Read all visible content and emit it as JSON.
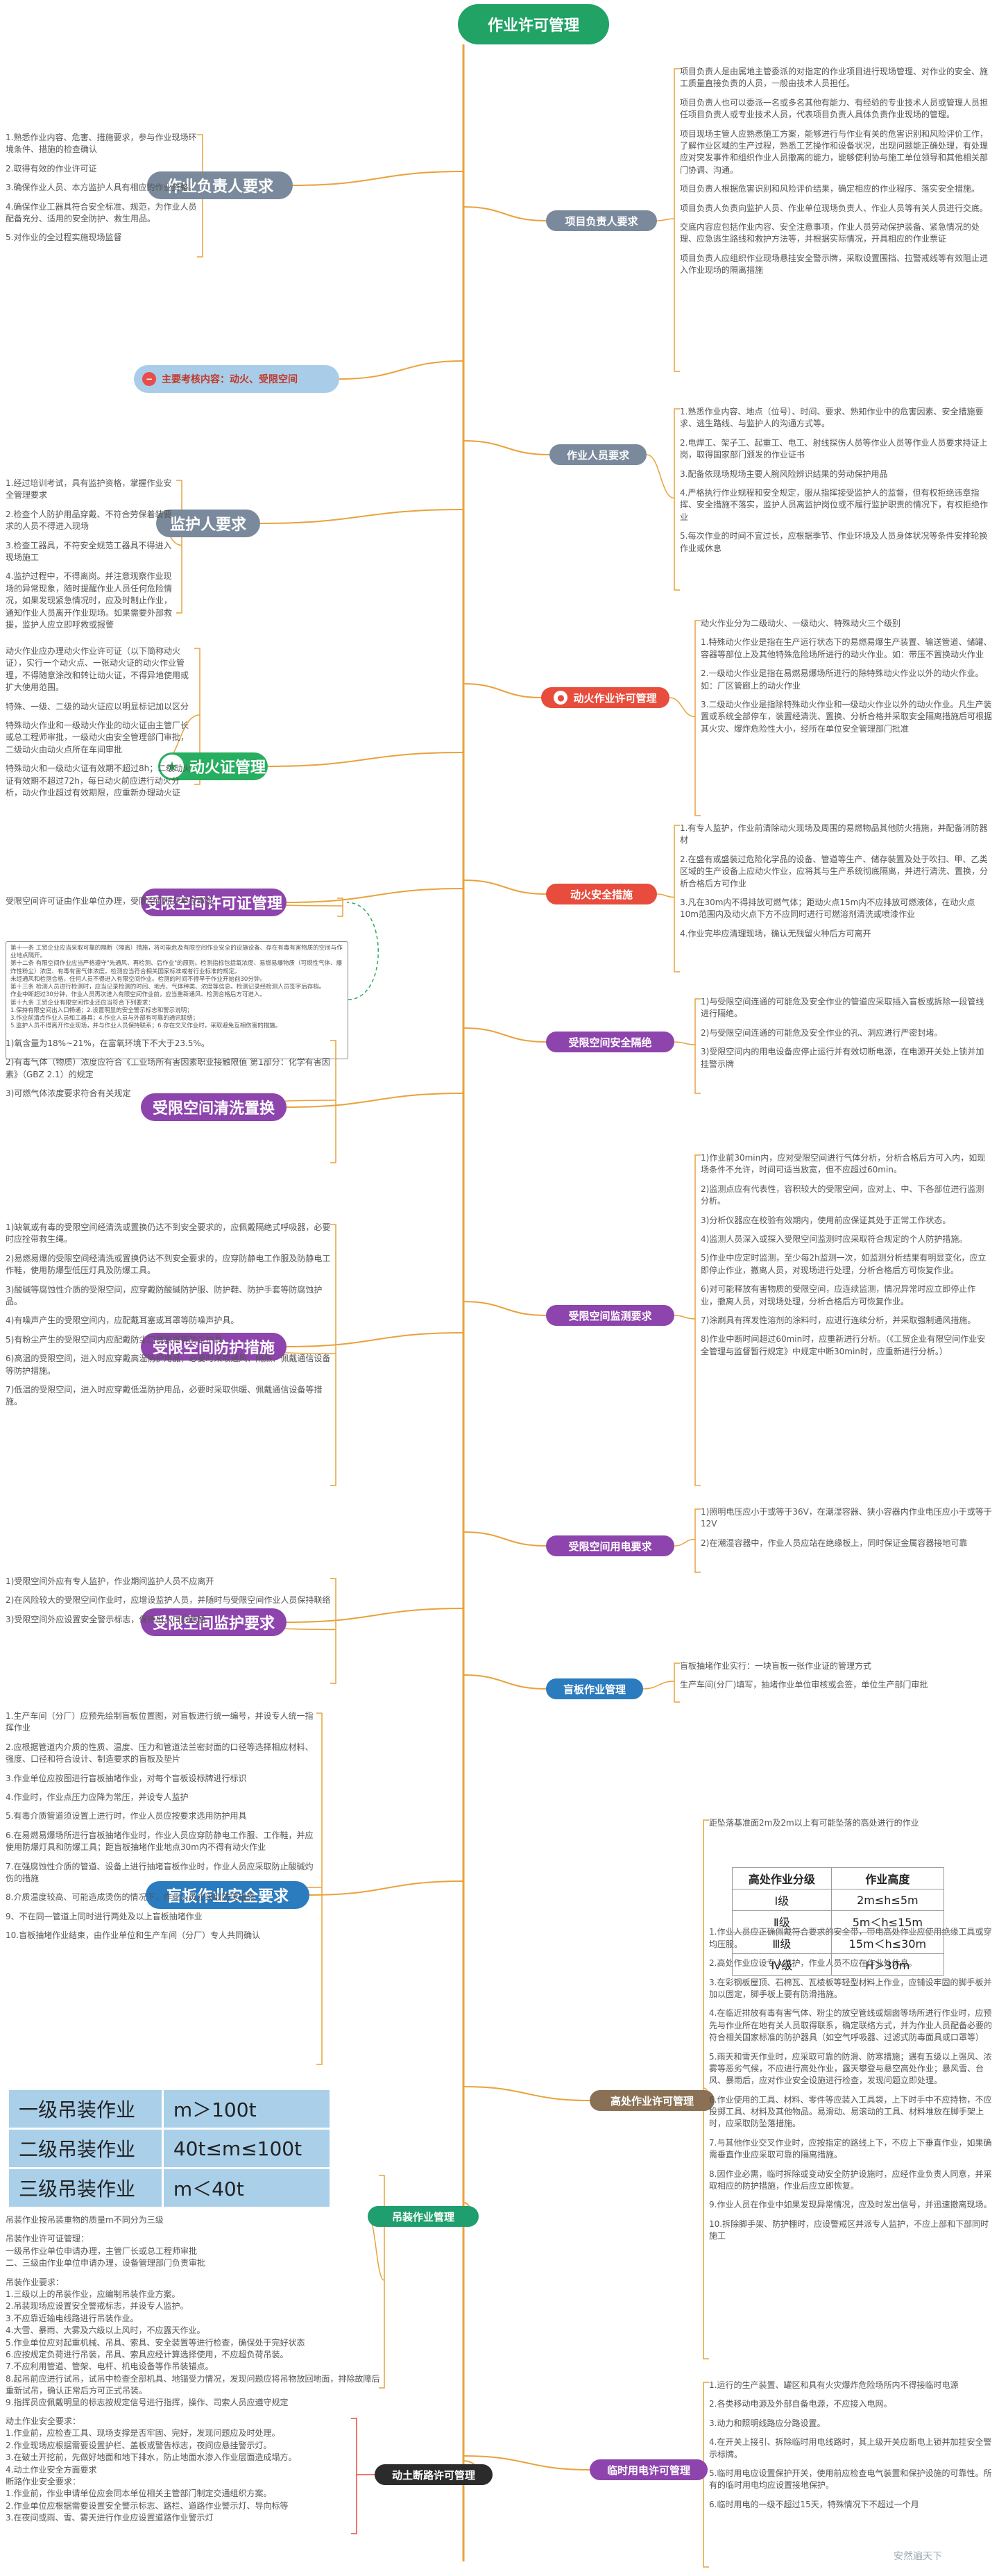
{
  "root": "作业许可管理",
  "highlight": {
    "label": "主要考核内容：动火、受限空间"
  },
  "left_branches": [
    {
      "id": "zyfz",
      "label": "作业负责人要求",
      "color": "#7a8a9c",
      "items": [
        "1.熟悉作业内容、危害、措施要求，参与作业现场环境条件、措施的检查确认",
        "2.取得有效的作业许可证",
        "3.确保作业人员、本方监护人具有相应的作业资格。",
        "4.确保作业工器具符合安全标准、规范，为作业人员配备充分、适用的安全防护、救生用品。",
        "5.对作业的全过程实施现场监督"
      ]
    },
    {
      "id": "jhr",
      "label": "监护人要求",
      "color": "#7a8a9c",
      "items": [
        "1.经过培训考试，具有监护资格，掌握作业安全管理要求",
        "2.检查个人防护用品穿戴、不符合劳保着装要求的人员不得进入现场",
        "3.检查工器具，不符安全规范工器具不得进入现场施工",
        "4.监护过程中，不得离岗。并注意观察作业现场的异常现象，随时提醒作业人员任何危险情况，如果发现紧急情况时，应及时制止作业，通知作业人员离开作业现场。如果需要外部救援，监护人应立即呼救或报警"
      ]
    },
    {
      "id": "dhz",
      "label": "动火证管理",
      "color": "#27ae60",
      "items": [
        "动火作业应办理动火作业许可证（以下简称动火证），实行一个动火点、一张动火证的动火作业管理，不得随意涂改和转让动火证，不得异地使用或扩大使用范围。",
        "特殊、一级、二级的动火证应以明显标记加以区分",
        "特殊动火作业和一级动火作业的动火证由主管厂长或总工程师审批，一级动火由安全管理部门审批，二级动火由动火点所在车间审批",
        "特殊动火和一级动火证有效期不超过8h；二级动火证有效期不超过72h，每日动火前应进行动火分析，动火作业超过有效期限，应重新办理动火证"
      ]
    },
    {
      "id": "sxkjz",
      "label": "受限空间许可证管理",
      "color": "#8e44ad",
      "items": [
        "受限空间许可证由作业单位办理，受限空间所在单位审批"
      ]
    },
    {
      "id": "sxqx",
      "label": "受限空间清洗置换",
      "color": "#8e44ad",
      "items": [
        "1)氧含量为18%~21%，在富氧环境下不大于23.5%。",
        "2)有毒气体（物质）浓度应符合《工业场所有害因素职业接触限值 第1部分：化学有害因素》（GBZ 2.1）的规定",
        "3)可燃气体浓度要求符合有关规定"
      ]
    },
    {
      "id": "sxfh",
      "label": "受限空间防护措施",
      "color": "#8e44ad",
      "items": [
        "1)缺氧或有毒的受限空间经清洗或置换仍达不到安全要求的，应佩戴隔绝式呼吸器，必要时应拴带救生绳。",
        "2)易燃易爆的受限空间经清洗或置换仍达不到安全要求的，应穿防静电工作服及防静电工作鞋，使用防爆型低压灯具及防爆工具。",
        "3)酸碱等腐蚀性介质的受限空间，应穿戴防酸碱防护服、防护鞋、防护手套等防腐蚀护品。",
        "4)有噪声产生的受限空间内，应配戴耳塞或耳罩等防噪声护具。",
        "5)有粉尘产生的受限空间内应配戴防尘口罩眼罩等防尘护具",
        "6)高温的受限空间，进入时应穿戴高温防护用品，必要时采取通风、隔热、佩戴通信设备等防护措施。",
        "7)低温的受限空间，进入时应穿戴低温防护用品，必要时采取供暖、佩戴通信设备等措施。"
      ]
    },
    {
      "id": "sxjh",
      "label": "受限空间监护要求",
      "color": "#8e44ad",
      "items": [
        "1)受限空间外应有专人监护，作业期间监护人员不应离开",
        "2)在风险较大的受限空间作业时，应增设监护人员，并随时与受限空间作业人员保持联络",
        "3)受限空间外应设置安全警示标志，保持出入口的畅通"
      ]
    },
    {
      "id": "mbaq",
      "label": "盲板作业安全要求",
      "color": "#2b7bbf",
      "items": [
        "1.生产车间（分厂）应预先绘制盲板位置图，对盲板进行统一编号，并设专人统一指挥作业",
        "2.应根据管道内介质的性质、温度、压力和管道法兰密封面的口径等选择相应材料、强度、口径和符合设计、制造要求的盲板及垫片",
        "3.作业单位应按图进行盲板抽堵作业，对每个盲板设标牌进行标识",
        "4.作业时，作业点压力应降为常压，并设专人监护",
        "5.有毒介质管道须设置上进行时，作业人员应按要求选用防护用具",
        "6.在易燃易爆场所进行盲板抽堵作业时，作业人员应穿防静电工作服、工作鞋，并应使用防爆灯具和防爆工具；距盲板抽堵作业地点30m内不得有动火作业",
        "7.在强腐蚀性介质的管道、设备上进行抽堵盲板作业时，作业人员应采取防止酸碱灼伤的措施",
        "8.介质温度较高、可能造成烫伤的情况下，作业人员应采取防烫措施",
        "9、不在同一管道上同时进行两处及以上盲板抽堵作业",
        "10.盲板抽堵作业结束，由作业单位和生产车间（分厂）专人共同确认"
      ]
    },
    {
      "id": "dzyy",
      "label": "吊装作业管理",
      "color": "#1f9e6f",
      "table": [
        [
          "一级吊装作业",
          "m＞100t"
        ],
        [
          "二级吊装作业",
          "40t≤m≤100t"
        ],
        [
          "三级吊装作业",
          "m＜40t"
        ]
      ],
      "items": [
        "吊装作业按吊装重物的质量m不同分为三级",
        "吊装作业许可证管理：\n一级吊作业单位申请办理，主管厂长或总工程师审批\n二、三级由作业单位申请办理，设备管理部门负责审批",
        "吊装作业要求：\n1.三级以上的吊装作业，应编制吊装作业方案。\n2.吊装现场应设置安全警戒标志，并设专人监护。\n3.不应靠近输电线路进行吊装作业。\n4.大雪、暴雨、大雾及六级以上风时，不应露天作业。\n5.作业单位应对起重机械、吊具、索具、安全装置等进行检查，确保处于完好状态\n6.应按规定负荷进行吊装，吊具、索具应经计算选择使用，不应超负荷吊装。\n7.不应利用管道、管架、电杆、机电设备等作吊装锚点。\n8.起吊前应进行试吊，试吊中检查全部机具、地锚受力情况，发现问题应将吊物放回地面，排除故障后重新试吊，确认正常后方可正式吊装。\n9.指挥员应佩戴明显的标志按规定信号进行指挥，操作、司索人员应遵守规定"
      ]
    },
    {
      "id": "dtdl",
      "label": "动土断路许可管理",
      "color": "#2b2b2b",
      "items": [
        "动土作业安全要求：\n1.作业前，应检查工具、现场支撑是否牢固、完好，发现问题应及时处理。\n2.作业现场应根据需要设置护栏、盖板或警告标志，夜间应悬挂警示灯。\n3.在破土开挖前，先做好地面和地下排水，防止地面水渗入作业层面造成塌方。\n4.动土作业安全方面要求\n断路作业安全要求：\n1.作业前，作业申请单位应会同本单位相关主管部门制定交通组织方案。\n2.作业单位应根据需要设置安全警示标志、路栏、道路作业警示灯、导向标等\n3.在夜间或雨、雪、雾天进行作业应设置道路作业警示灯"
      ]
    }
  ],
  "right_branches": [
    {
      "id": "xmfz",
      "label": "项目负责人要求",
      "color": "#7a8a9c",
      "items": [
        "项目负责人是由属地主管委派的对指定的作业项目进行现场管理、对作业的安全、施工质量直接负责的人员，一般由技术人员担任。",
        "项目负责人也可以委派一名或多名其他有能力、有经验的专业技术人员或管理人员担任项目负责人或专业技术人员，代表项目负责人具体负责作业现场的管理。",
        "项目现场主管人应熟悉施工方案，能够进行与作业有关的危害识别和风险评价工作，了解作业区域的生产过程，熟悉工艺操作和设备状况，出现问题能正确处理，有处理应对突发事件和组织作业人员撤离的能力，能够使利协与施工单位领导和其他相关部门协调、沟通。",
        "项目负责人根据危害识别和风险评价结果，确定相应的作业程序、落实安全措施。",
        "项目负责人负责向监护人员、作业单位现场负责人、作业人员等有关人员进行交底。",
        "交底内容应包括作业内容、安全注意事项，作业人员劳动保护装备、紧急情况的处理、应急逃生路线和救护方法等，并根据实际情况，开具相应的作业票证",
        "项目负责人应组织作业现场悬挂安全警示牌，采取设置围挡、拉警戒线等有效阻止进入作业现场的隔离措施"
      ]
    },
    {
      "id": "zyry",
      "label": "作业人员要求",
      "color": "#7a8a9c",
      "items": [
        "1.熟悉作业内容、地点（位号）、时间、要求、熟知作业中的危害因素、安全措施要求、逃生路线、与监护人的沟通方式等。",
        "2.电焊工、架子工、起重工、电工、射线探伤人员等作业人员等作业人员要求持证上岗，取得国家部门颁发的作业证书",
        "3.配备依现场规场主要人腕风险辨识结果的劳动保护用品",
        "4.严格执行作业规程和安全规定，服从指挥接受监护人的监督，但有权拒绝违章指挥、安全措施不落实，监护人员离监护岗位或不履行监护职责的情况下，有权拒绝作业",
        "5.每次作业的时间不宜过长，应根据季节、作业环境及人员身体状况等条件安排轮换作业或休息"
      ]
    },
    {
      "id": "dhxk",
      "label": "动火作业许可管理",
      "color": "#e74c3c",
      "items": [
        "动火作业分为二级动火、一级动火、特殊动火三个级别",
        "1.特殊动火作业是指在生产运行状态下的易燃易爆生产装置、输送管道、储罐、容器等部位上及其他特殊危险场所进行的动火作业。如：带压不置换动火作业",
        "2.一级动火作业是指在易燃易爆场所进行的除特殊动火作业以外的动火作业。如：厂区管廊上的动火作业",
        "3.二级动火作业是指除特殊动火作业和一级动火作业以外的动火作业。凡生产装置或系统全部停车，装置经清洗、置换、分析合格并采取安全隔离措施后可根据其火灾、爆炸危险性大小，经所在单位安全管理部门批准"
      ]
    },
    {
      "id": "dhcs",
      "label": "动火安全措施",
      "color": "#e74c3c",
      "items": [
        "1.有专人监护，作业前清除动火现场及周围的易燃物品其他防火措施，并配备消防器材",
        "2.在盛有或盛装过危险化学品的设备、管道等生产、储存装置及处于吹扫、甲、乙类区域的生产设备上应动火作业，应将其与生产系统彻底隔离，并进行清洗、置换，分析合格后方可作业",
        "3.凡在30m内不得排放可燃气体；距动火点15m内不应排放可燃液体，在动火点10m范围内及动火点下方不应同时进行可燃溶剂清洗或喷漆作业",
        "4.作业完毕应清理现场，确认无残留火种后方可离开"
      ]
    },
    {
      "id": "sxgl",
      "label": "受限空间安全隔绝",
      "color": "#8e44ad",
      "items": [
        "1)与受限空间连通的可能危及安全作业的管道应采取插入盲板或拆除一段管线进行隔绝。",
        "2)与受限空间连通的可能危及安全作业的孔、洞应进行严密封堵。",
        "3)受限空间内的用电设备应停止运行并有效切断电源，在电源开关处上锁并加挂警示牌"
      ]
    },
    {
      "id": "sxjc",
      "label": "受限空间监测要求",
      "color": "#8e44ad",
      "items": [
        "1)作业前30min内，应对受限空间进行气体分析，分析合格后方可入内，如现场条件不允许，时间可适当放宽，但不应超过60min。",
        "2)监测点应有代表性，容积较大的受限空间，应对上、中、下各部位进行监测分析。",
        "3)分析仪器应在校验有效期内，使用前应保证其处于正常工作状态。",
        "4)监测人员深入或探入受限空间监测时应采取符合规定的个人防护措施。",
        "5)作业中应定时监测，至少每2h监测一次，如监测分析结果有明显变化，应立即停止作业，撤离人员，对现场进行处理，分析合格后方可恢复作业。",
        "6)对可能释放有害物质的受限空间，应连续监测，情况异常时应立即停止作业，撤离人员，对现场处理，分析合格后方可恢复作业。",
        "7)涂刷具有挥发性溶剂的涂料时，应进行连续分析，并采取强制通风措施。",
        "8)作业中断时间超过60min时，应重新进行分析。（《工贸企业有限空间作业安全管理与监督暂行规定》中规定中断30min时，应重新进行分析。）"
      ]
    },
    {
      "id": "sxyd",
      "label": "受限空间用电要求",
      "color": "#8e44ad",
      "items": [
        "1)照明电压应小于或等于36V，在潮湿容器、狭小容器内作业电压应小于或等于12V",
        "2)在潮湿容器中，作业人员应站在绝缘板上，同时保证金属容器接地可靠"
      ]
    },
    {
      "id": "mbgl",
      "label": "盲板作业管理",
      "color": "#2b7bbf",
      "items": [
        "盲板抽堵作业实行：一块盲板一张作业证的管理方式",
        "生产车间(分厂)填写，抽堵作业单位审核或会签，单位生产部门审批"
      ]
    },
    {
      "id": "gczy",
      "label": "高处作业许可管理",
      "color": "#8a7156",
      "intro": "距坠落基准面2m及2m以上有可能坠落的高处进行的作业",
      "table_head": [
        "高处作业分级",
        "作业高度"
      ],
      "table": [
        [
          "Ⅰ级",
          "2m≤h≤5m"
        ],
        [
          "Ⅱ级",
          "5m＜h≤15m"
        ],
        [
          "Ⅲ级",
          "15m＜h≤30m"
        ],
        [
          "Ⅳ级",
          "H＞30m"
        ]
      ],
      "items": [
        "1.作业人员应正确佩戴符合要求的安全带，带电高处作业应使用绝缘工具或穿均压服。",
        "2.高处作业应设专人监护，作业人员不应在作业处休息。",
        "3.在彩钢板屋顶、石棉瓦、瓦棱板等轻型材料上作业，应铺设牢固的脚手板并加以固定，脚手板上要有防滑措施。",
        "4.在临近排放有毒有害气体、粉尘的放空管线或烟囱等场所进行作业时，应预先与作业所在地有关人员取得联系，确定联络方式，并为作业人员配备必要的符合相关国家标准的防护器具（如空气呼吸器、过滤式防毒面具或口罩等）",
        "5.雨天和雪天作业时，应采取可靠的防滑、防寒措施；遇有五级以上强风、浓雾等恶劣气候，不应进行高处作业，露天攀登与悬空高处作业；暴风雪、台风、暴雨后，应对作业安全设施进行检查，发现问题立即处理。",
        "6.作业使用的工具、材料、零件等应装入工具袋，上下时手中不应持物，不应投掷工具、材料及其他物品。易滑动、易滚动的工具、材料堆放在脚手架上时，应采取防坠落措施。",
        "7.与其他作业交叉作业时，应按指定的路线上下，不应上下垂直作业，如果确需垂直作业应采取可靠的隔离措施。",
        "8.因作业必需，临时拆除或变动安全防护设施时，应经作业负责人同意，并采取相应的防护措施，作业后应立即恢复。",
        "9.作业人员在作业中如果发现异常情况，应及时发出信号，并迅速撤离现场。",
        "10.拆除脚手架、防护棚时，应设警戒区并派专人监护，不应上部和下部同时施工"
      ]
    },
    {
      "id": "lsyd",
      "label": "临时用电许可管理",
      "color": "#8e44ad",
      "items": [
        "1.运行的生产装置、罐区和具有火灾爆炸危险场所内不得接临时电源",
        "2.各类移动电源及外部自备电源，不应接入电网。",
        "3.动力和照明线路应分路设置。",
        "4.在开关上接引、拆除临时用电线路时，其上级开关应断电上锁并加挂安全警示标牌。",
        "5.临时用电应设置保护开关，使用前应检查电气装置和保护设施的可靠性。所有的临时用电均应设置接地保护。",
        "6.临时用电的一级不超过15天，特殊情况下不超过一个月"
      ]
    }
  ],
  "watermark": "安然遍天下"
}
